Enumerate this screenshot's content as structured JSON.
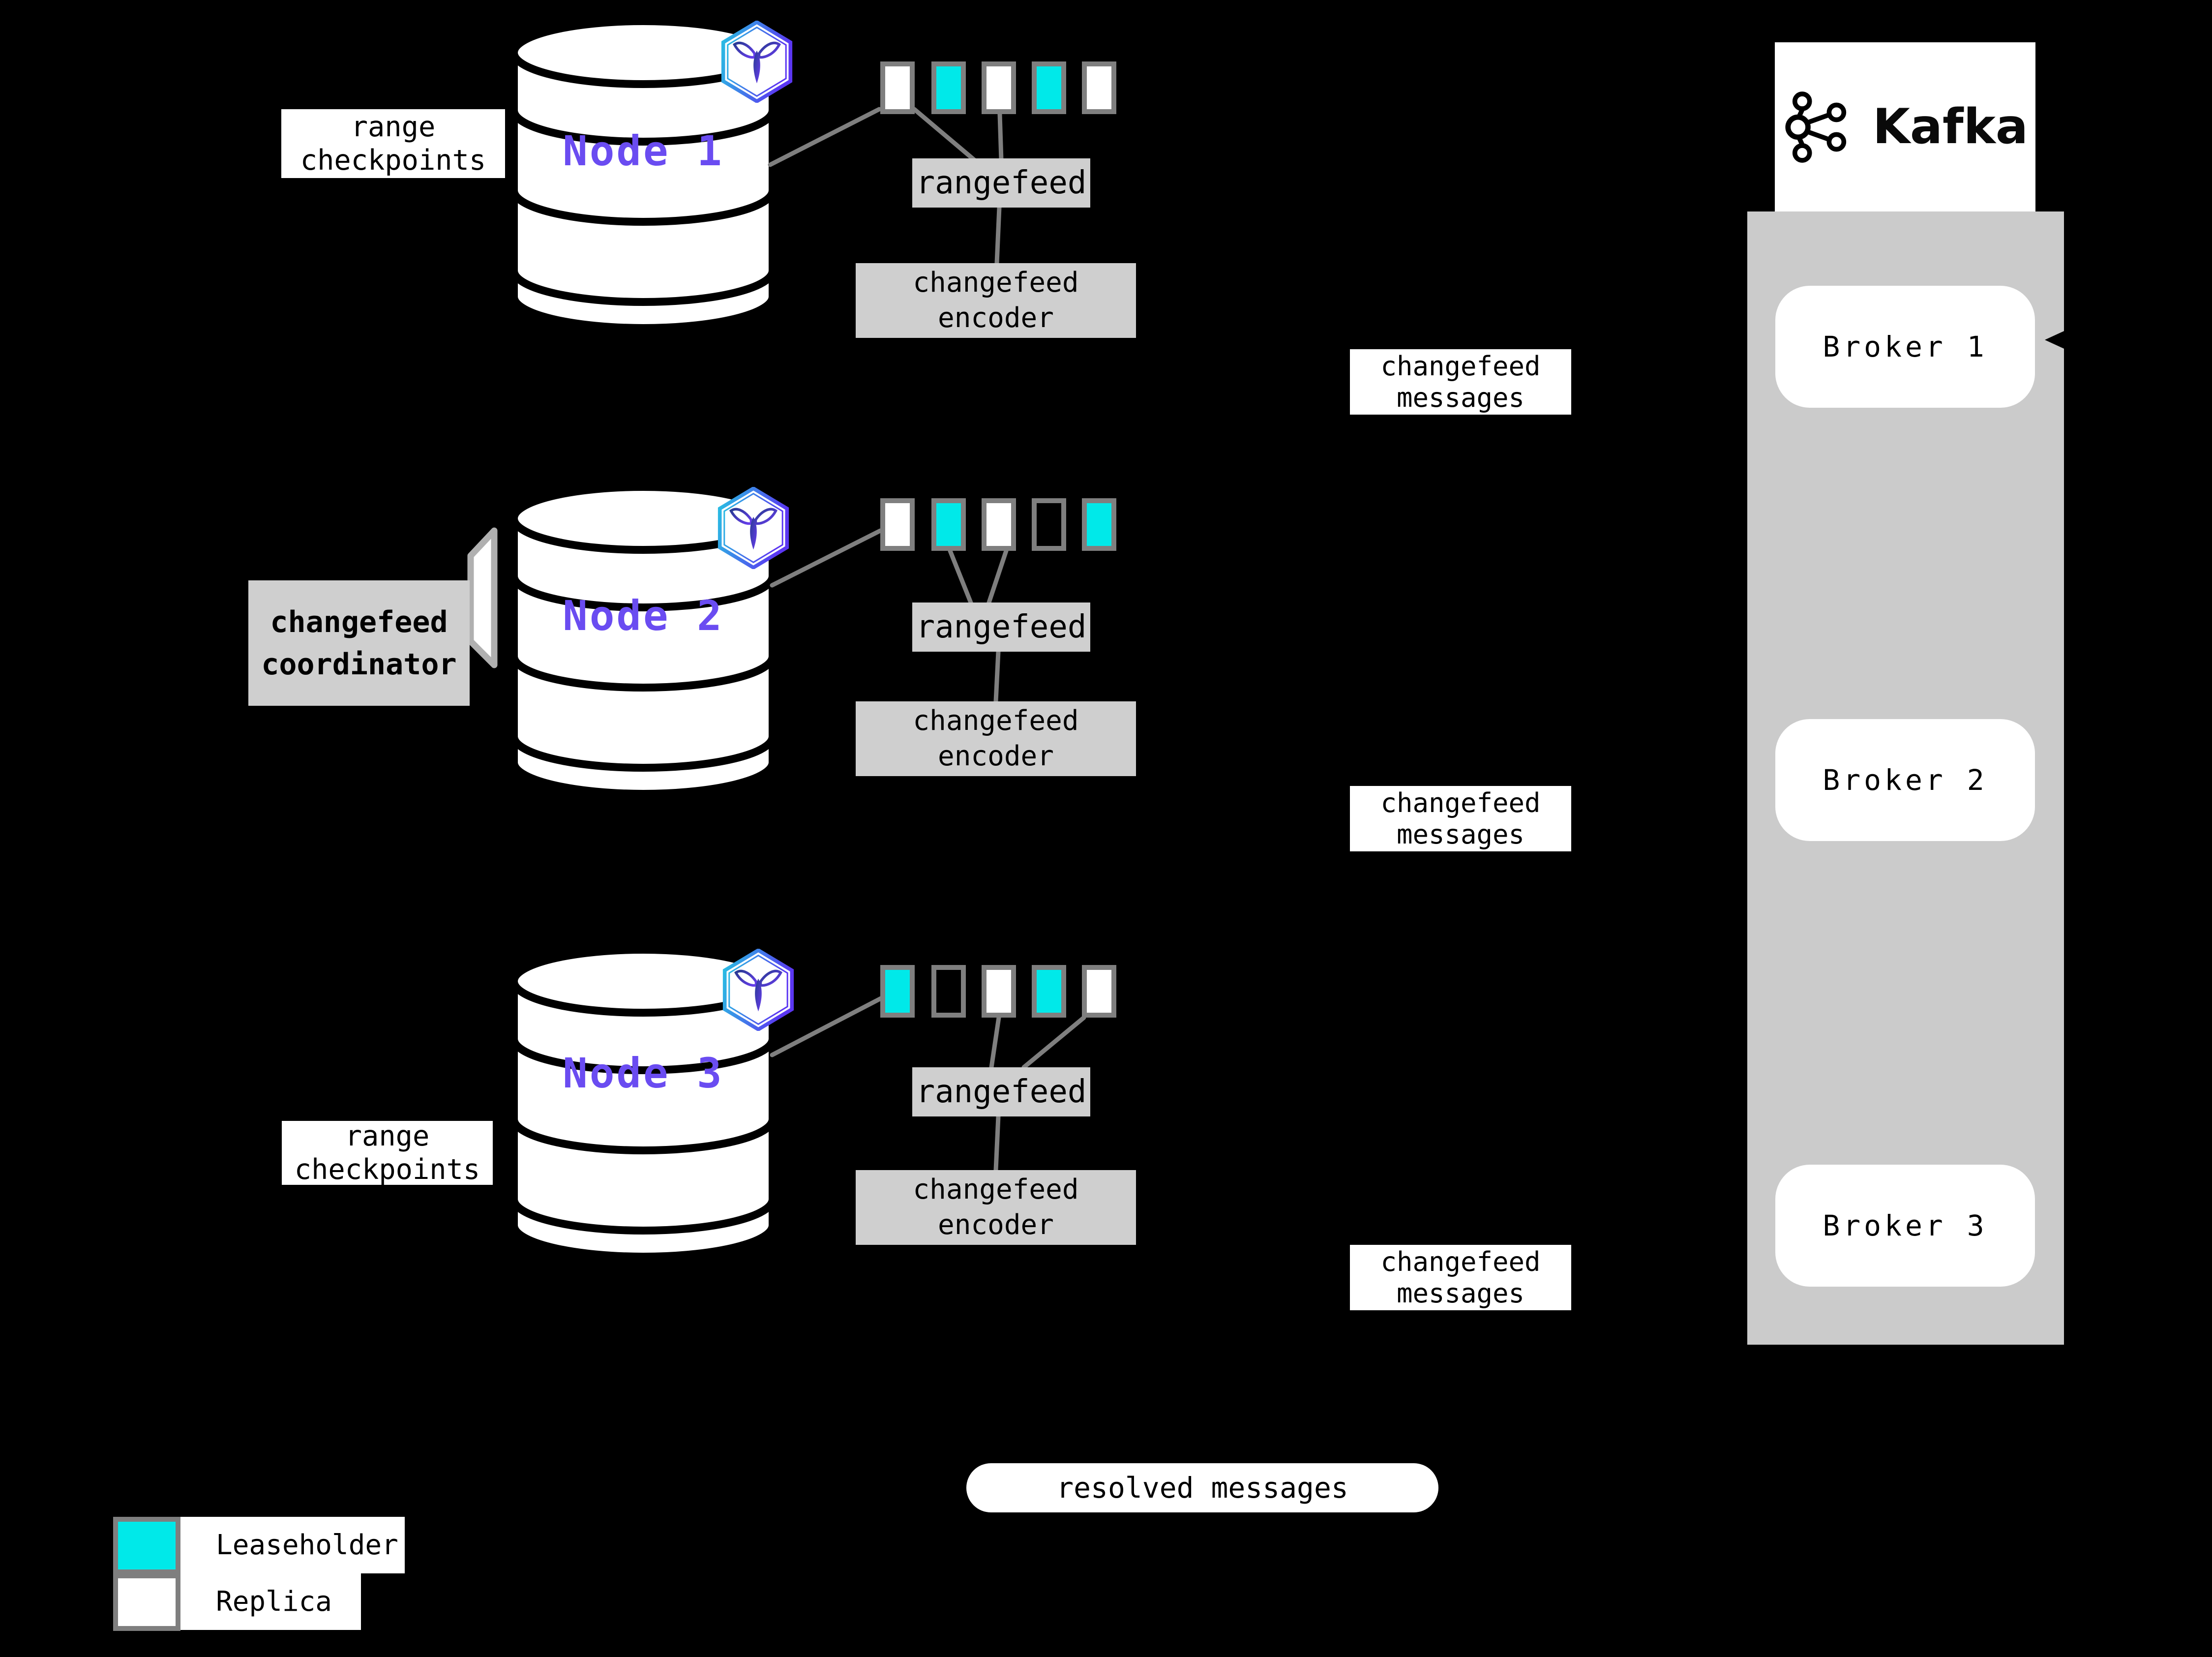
{
  "colors": {
    "background": "#000000",
    "leaseholder": "#00e9e9",
    "replica": "#ffffff",
    "empty": "#000000",
    "node_label": "#6a4cf1",
    "box_gray": "#cfcfcf",
    "panel_gray": "#cbcbcb",
    "line_gray": "#7f7f7f"
  },
  "annotations": {
    "range_checkpoints_top": "range checkpoints",
    "range_checkpoints_bottom": "range checkpoints",
    "coordinator": "changefeed coordinator",
    "resolved": "resolved messages"
  },
  "nodes": [
    {
      "label": "Node 1",
      "ranges": [
        "replica",
        "leaseholder",
        "replica",
        "leaseholder",
        "replica"
      ],
      "rangefeed_label": "rangefeed",
      "encoder_label": "changefeed encoder",
      "messages_label": "changefeed messages"
    },
    {
      "label": "Node 2",
      "ranges": [
        "replica",
        "leaseholder",
        "replica",
        "empty",
        "leaseholder"
      ],
      "rangefeed_label": "rangefeed",
      "encoder_label": "changefeed encoder",
      "messages_label": "changefeed messages"
    },
    {
      "label": "Node 3",
      "ranges": [
        "leaseholder",
        "empty",
        "replica",
        "leaseholder",
        "replica"
      ],
      "rangefeed_label": "rangefeed",
      "encoder_label": "changefeed encoder",
      "messages_label": "changefeed messages"
    }
  ],
  "kafka": {
    "brand": "Kafka",
    "brokers": [
      {
        "label": "Broker 1"
      },
      {
        "label": "Broker 2"
      },
      {
        "label": "Broker 3"
      }
    ]
  },
  "legend": [
    {
      "kind": "leaseholder",
      "label": "Leaseholder"
    },
    {
      "kind": "replica",
      "label": "Replica"
    }
  ]
}
